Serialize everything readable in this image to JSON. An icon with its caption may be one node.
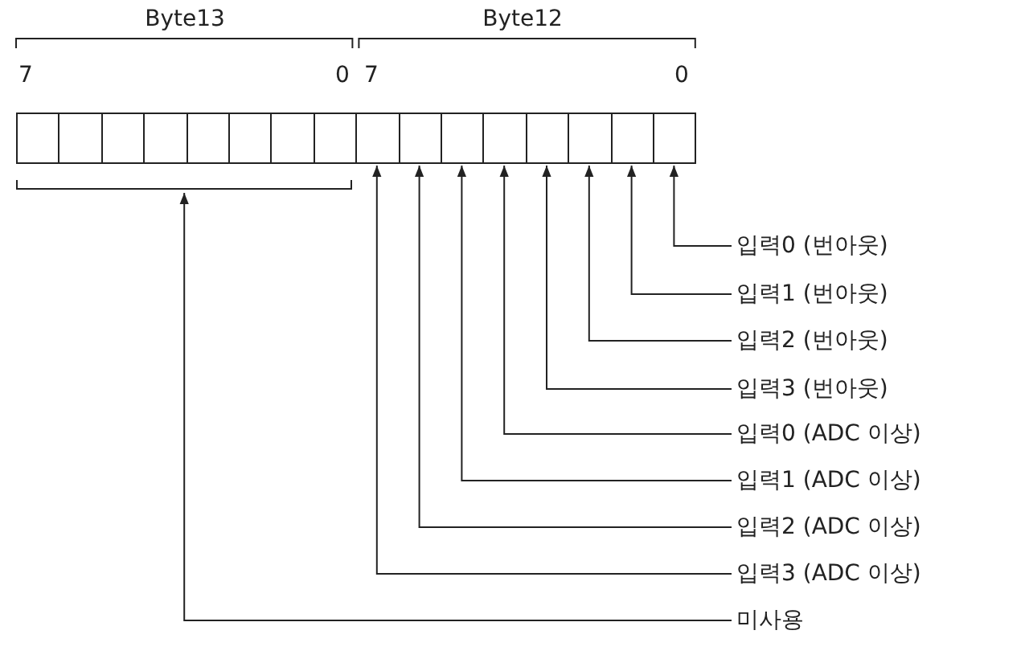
{
  "diagram": {
    "nodes": [
      {
        "text": [],
        "shape": "box"
      },
      {
        "text": [],
        "shape": "box"
      },
      {
        "text": [],
        "shape": "box"
      },
      {
        "text": [],
        "shape": "box"
      },
      {
        "text": [],
        "shape": "box"
      },
      {
        "text": [],
        "shape": "box"
      },
      {
        "text": [],
        "shape": "box"
      },
      {
        "text": [],
        "shape": "box"
      },
      {
        "text": [],
        "shape": "box"
      },
      {
        "text": [],
        "shape": "box"
      },
      {
        "text": [],
        "shape": "box"
      },
      {
        "text": [],
        "shape": "box"
      },
      {
        "text": [],
        "shape": "box"
      },
      {
        "text": [],
        "shape": "box"
      },
      {
        "text": [],
        "shape": "box"
      },
      {
        "text": [],
        "shape": "box"
      },
      {
        "text": [
          "입력0 (번아웃)"
        ]
      },
      {
        "text": [
          "입력1 (번아웃)"
        ]
      },
      {
        "text": [
          "입력2 (번아웃)"
        ]
      },
      {
        "text": [
          "입력3 (번아웃)"
        ]
      },
      {
        "text": [
          "입력0 (ADC 이상)"
        ]
      },
      {
        "text": [
          "입력1 (ADC 이상)"
        ]
      },
      {
        "text": [
          "입력2 (ADC 이상)"
        ]
      },
      {
        "text": [
          "입력3 (ADC 이상)"
        ]
      },
      {
        "text": [
          "미사용"
        ]
      },
      {
        "text": [],
        "shape": "bracket"
      }
    ],
    "edges": [
      {
        "from": 16,
        "to": 15,
        "arrow": "to"
      },
      {
        "from": 17,
        "to": 14,
        "arrow": "to"
      },
      {
        "from": 18,
        "to": 13,
        "arrow": "to"
      },
      {
        "from": 19,
        "to": 12,
        "arrow": "to"
      },
      {
        "from": 20,
        "to": 11,
        "arrow": "to"
      },
      {
        "from": 21,
        "to": 10,
        "arrow": "to"
      },
      {
        "from": 22,
        "to": 9,
        "arrow": "to"
      },
      {
        "from": 23,
        "to": 8,
        "arrow": "to"
      },
      {
        "from": 24,
        "to": 25,
        "arrow": "to"
      }
    ],
    "labels": [
      "Byte13",
      "Byte12",
      "7",
      "0",
      "7",
      "0"
    ]
  }
}
